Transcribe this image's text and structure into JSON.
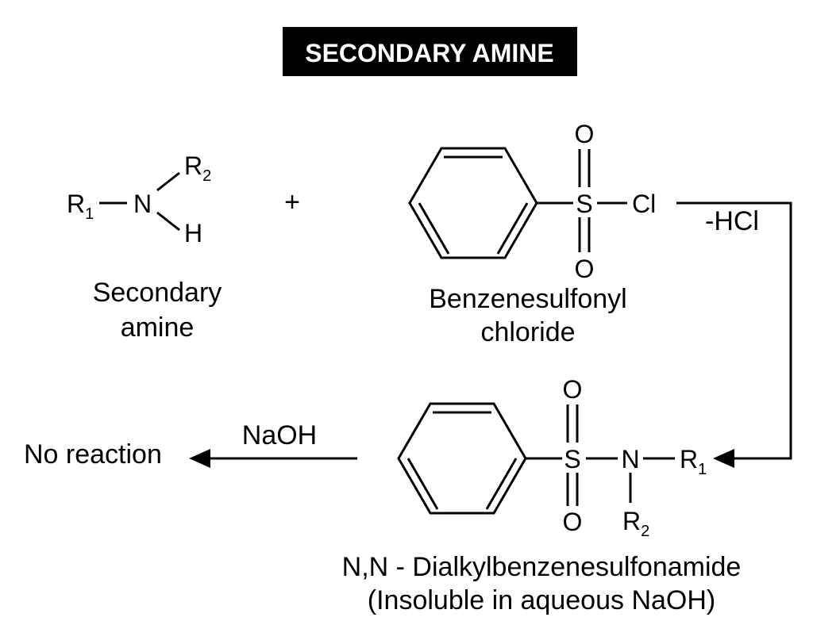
{
  "title": "SECONDARY AMINE",
  "plus_sign": "+",
  "reactant_amine": {
    "atoms": {
      "r": "R",
      "r_sub": "1",
      "n": "N",
      "r2": "R",
      "r2_sub": "2",
      "h": "H"
    },
    "caption": [
      "Secondary",
      "amine"
    ]
  },
  "reactant_sulfonyl": {
    "atoms": {
      "s": "S",
      "o_top": "O",
      "o_bottom": "O",
      "cl": "Cl"
    },
    "caption": [
      "Benzenesulfonyl",
      "chloride"
    ]
  },
  "byproduct": "-HCl",
  "product": {
    "atoms": {
      "s": "S",
      "o_top": "O",
      "o_bottom": "O",
      "n": "N",
      "r1": "R",
      "r1_sub": "1",
      "r2": "R",
      "r2_sub": "2"
    },
    "caption": [
      "N,N - Dialkylbenzenesulfonamide",
      "(Insoluble in aqueous NaOH)"
    ]
  },
  "reagent_naoh": "NaOH",
  "result": "No reaction",
  "colors": {
    "ink": "#000000",
    "title_bg": "#000000",
    "title_text": "#ffffff",
    "background": "#ffffff"
  }
}
